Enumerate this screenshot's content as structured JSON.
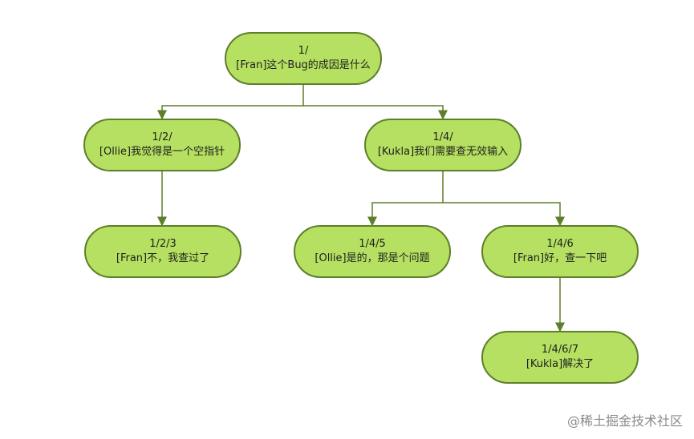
{
  "nodes": {
    "n1": {
      "id": "1/",
      "text": "[Fran]这个Bug的成因是什么"
    },
    "n12": {
      "id": "1/2/",
      "text": "[Ollie]我觉得是一个空指针"
    },
    "n14": {
      "id": "1/4/",
      "text": "[Kukla]我们需要查无效输入"
    },
    "n123": {
      "id": "1/2/3",
      "text": "[Fran]不，我查过了"
    },
    "n145": {
      "id": "1/4/5",
      "text": "[Ollie]是的，那是个问题"
    },
    "n146": {
      "id": "1/4/6",
      "text": "[Fran]好，查一下吧"
    },
    "n1467": {
      "id": "1/4/6/7",
      "text": "[Kukla]解决了"
    }
  },
  "watermark": "@稀土掘金技术社区",
  "colors": {
    "node_fill": "#b5e061",
    "node_border": "#5d7f2a",
    "edge": "#5d7f2a"
  }
}
